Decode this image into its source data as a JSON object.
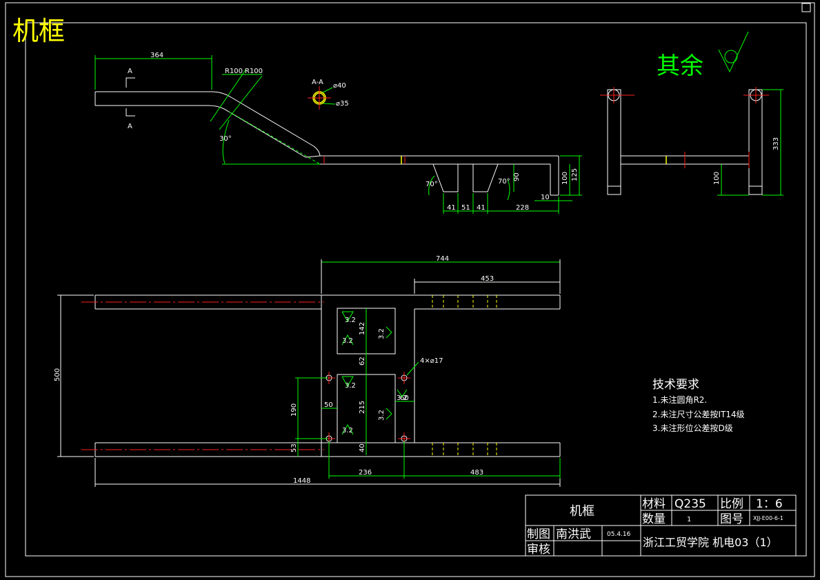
{
  "title": "机框",
  "surface_note": "其余",
  "section_view": {
    "label": "A-A",
    "outer_dia": "⌀40",
    "inner_dia": "⌀35"
  },
  "section_marks": [
    "A",
    "A"
  ],
  "side_view_dims": {
    "length_364": "364",
    "radius_1": "R100",
    "radius_2": "R100",
    "angle_30": "30°",
    "angle_70_left": "70°",
    "angle_70_right": "70°",
    "d41a": "41",
    "d51": "51",
    "d41b": "41",
    "d228": "228",
    "d10": "10",
    "d90": "90",
    "d100": "100",
    "d125": "125"
  },
  "end_view_dims": {
    "height_333": "333",
    "height_100": "100"
  },
  "plan_view_dims": {
    "d744": "744",
    "d453": "453",
    "d500": "500",
    "d142": "142",
    "d62": "62",
    "d215": "215",
    "d40": "40",
    "d190": "190",
    "d50": "50",
    "d53": "53",
    "d60": "60",
    "holes": "4×⌀17",
    "d236": "236",
    "d483": "483",
    "d1448": "1448",
    "roughness": [
      "3.2",
      "3.2",
      "3.2",
      "3.2",
      "3.2",
      "3.2",
      "3.2"
    ]
  },
  "tech_requirements": {
    "heading": "技术要求",
    "items": [
      "1.未注圆角R2.",
      "2.未注尺寸公差按IT14级",
      "3.未注形位公差按D级"
    ]
  },
  "title_block": {
    "part_name": "机框",
    "material_label": "材料",
    "material": "Q235",
    "scale_label": "比例",
    "scale": "1：6",
    "qty_label": "数量",
    "qty": "1",
    "drawing_no_label": "图号",
    "drawing_no": "XJJ-E00-6-1",
    "drawn_label": "制图",
    "drawn_by": "南洪武",
    "date": "05.4.16",
    "check_label": "审核",
    "school": "浙江工贸学院 机电03（1）"
  },
  "colors": {
    "background": "#000000",
    "lines": "#ffffff",
    "dimensions": "#00ff00",
    "centerlines": "#ff2020",
    "title": "#ffff00",
    "note": "#00ff00"
  }
}
